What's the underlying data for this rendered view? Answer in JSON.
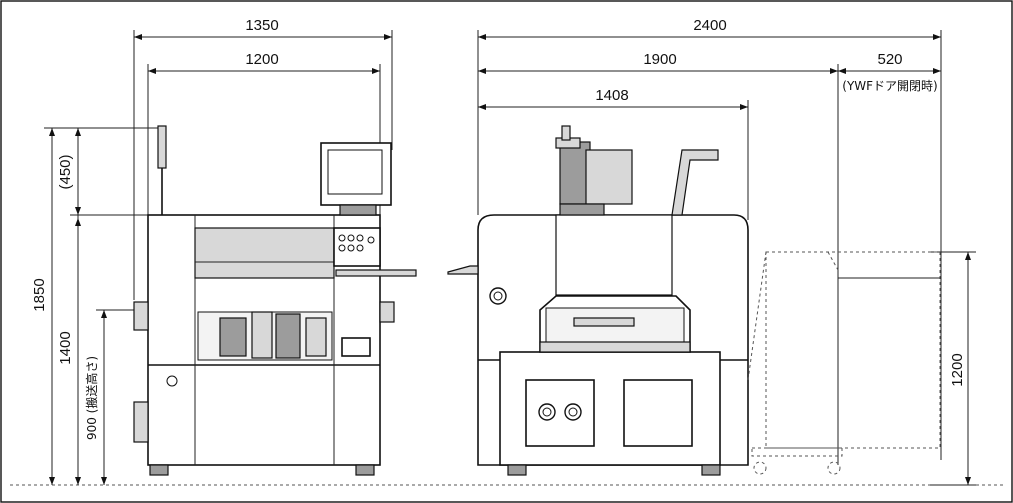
{
  "front_view": {
    "width_overall": "1350",
    "width_body": "1200",
    "height_overall": "1850",
    "height_tower": "(450)",
    "height_body": "1400",
    "conveyor_height": "900 (搬送高さ)"
  },
  "side_view": {
    "depth_overall": "2400",
    "depth_with_cart": "1900",
    "depth_body": "1408",
    "door_open_clearance": "520",
    "door_open_note": "(YWFドア開閉時)",
    "cart_height": "1200"
  }
}
